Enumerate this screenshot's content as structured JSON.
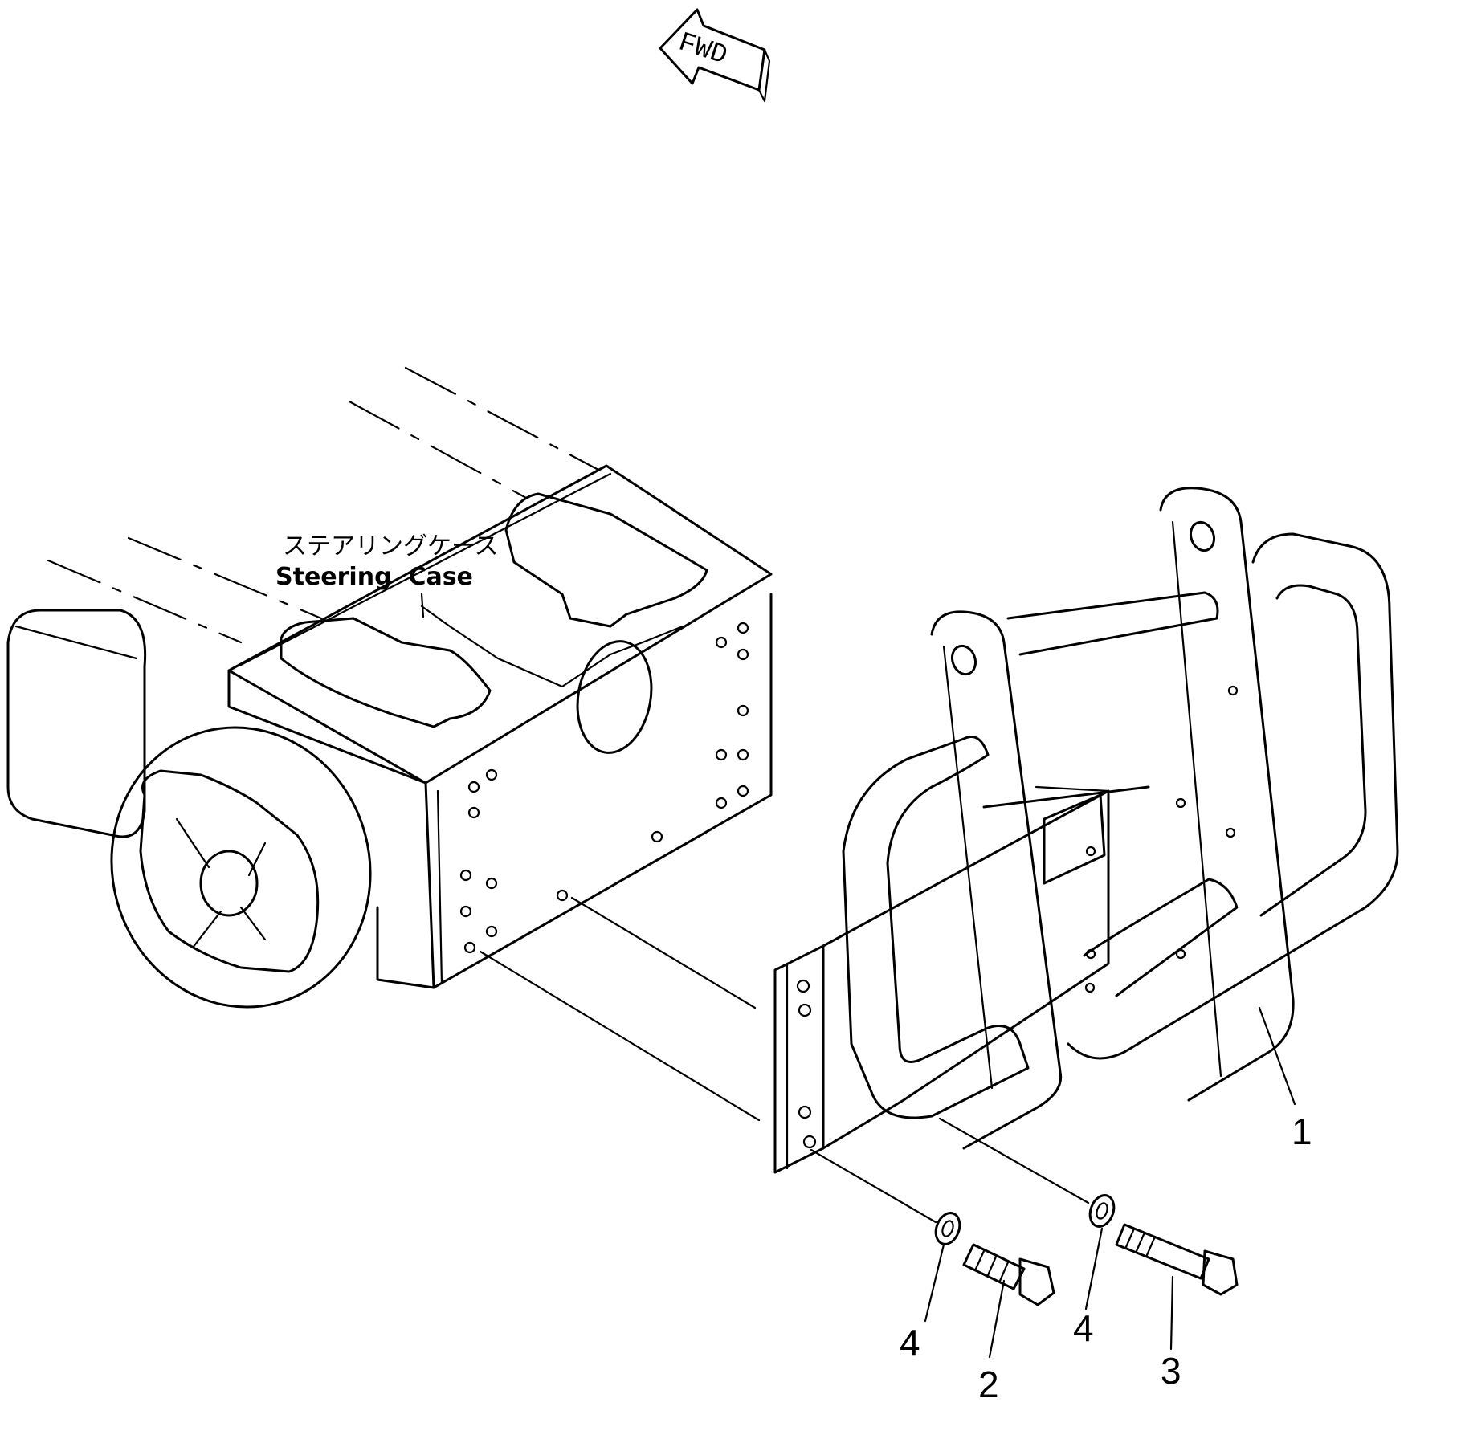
{
  "fwd_label": "FWD",
  "callout": {
    "japanese": "ステアリングケース",
    "english": "Steering  Case"
  },
  "parts": [
    {
      "number": "1"
    },
    {
      "number": "2"
    },
    {
      "number": "3"
    },
    {
      "number": "4"
    },
    {
      "number": "4"
    }
  ],
  "colors": {
    "line": "#000000",
    "background": "#ffffff"
  }
}
